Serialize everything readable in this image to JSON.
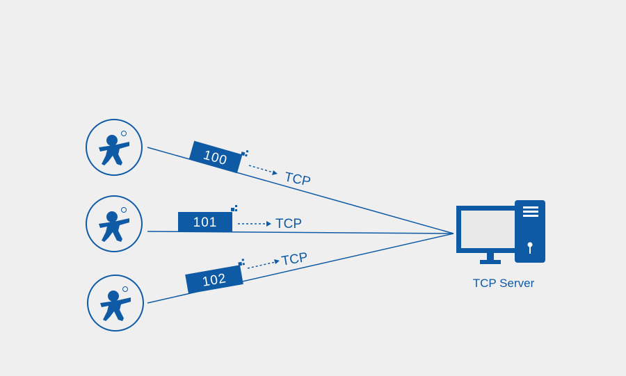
{
  "colors": {
    "background": "#efefef",
    "accent": "#0f5aa5",
    "screen": "#e9e9e9",
    "text": "#0f5aa5"
  },
  "clients": [
    {
      "id": "100",
      "protocol": "TCP",
      "icon": "runner-logo-icon"
    },
    {
      "id": "101",
      "protocol": "TCP",
      "icon": "runner-logo-icon"
    },
    {
      "id": "102",
      "protocol": "TCP",
      "icon": "runner-logo-icon"
    }
  ],
  "server": {
    "label": "TCP Server",
    "icon": "computer-icon"
  }
}
